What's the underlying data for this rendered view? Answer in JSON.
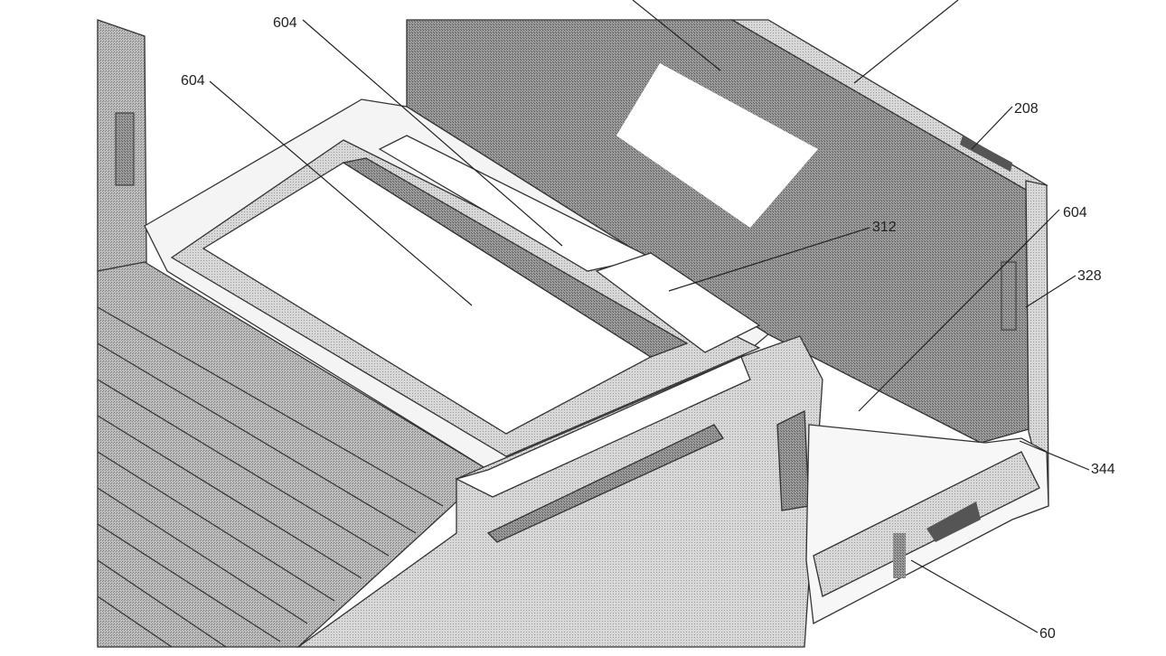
{
  "figure": {
    "description_labels": [
      {
        "id": "label-604-top",
        "text": "604"
      },
      {
        "id": "label-604-left",
        "text": "604"
      },
      {
        "id": "label-208",
        "text": "208"
      },
      {
        "id": "label-312",
        "text": "312"
      },
      {
        "id": "label-604-right",
        "text": "604"
      },
      {
        "id": "label-328",
        "text": "328"
      },
      {
        "id": "label-344",
        "text": "344"
      },
      {
        "id": "label-60",
        "text": "60"
      }
    ]
  },
  "colors": {
    "hatch_dark": "#8a8a8a",
    "hatch_light": "#c8c8c8",
    "line": "#222222"
  }
}
